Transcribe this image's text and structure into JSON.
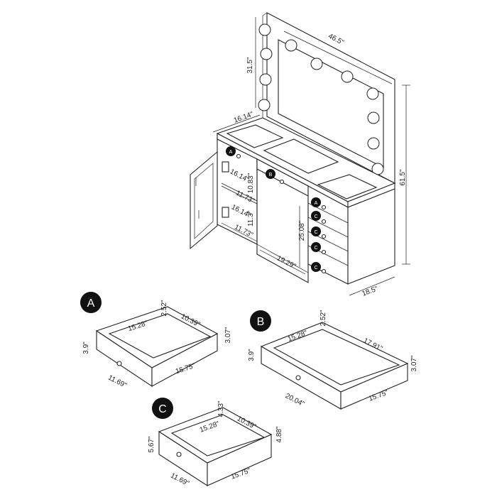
{
  "vanity": {
    "dims": {
      "mirror_width": "46.5\"",
      "mirror_height": "31.5\"",
      "depth_top": "16.14\"",
      "total_height": "61.5\"",
      "cab_depth_1": "16.14\"",
      "cab_shelf_h1": "10.83\"",
      "cab_width_1": "11.73\"",
      "cab_depth_2": "16.14\"",
      "cab_shelf_h2": "11.3\"",
      "cab_width_2": "11.73\"",
      "knee_height": "25.08\"",
      "knee_width": "19.29\"",
      "base_depth": "18.5\""
    },
    "drawer_labels": [
      "A",
      "B",
      "A",
      "C",
      "C",
      "C",
      "C"
    ]
  },
  "drawer_a": {
    "badge": "A",
    "inner_width": "15.28\"",
    "inner_depth": "10.39\"",
    "inner_height": "2.52\"",
    "outer_height": "3.07\"",
    "front_height": "3.9\"",
    "front_width": "11.69\"",
    "side_depth": "15.75\""
  },
  "drawer_b": {
    "badge": "B",
    "inner_width": "15.28\"",
    "inner_depth": "17.91\"",
    "inner_height": "2.52\"",
    "outer_height": "3.07\"",
    "front_height": "3.9\"",
    "front_width": "20.04\"",
    "side_depth": "15.75\""
  },
  "drawer_c": {
    "badge": "C",
    "inner_width": "15.28\"",
    "inner_depth": "10.39\"",
    "inner_height": "4.33\"",
    "outer_height": "4.88\"",
    "front_height": "5.67\"",
    "front_width": "11.69\"",
    "side_depth": "15.75\""
  }
}
